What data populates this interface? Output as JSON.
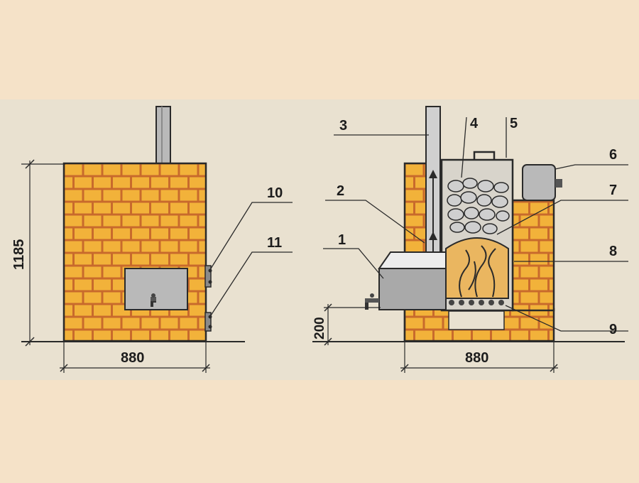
{
  "colors": {
    "background": "#f5e2c8",
    "paper": "#e9e1d0",
    "brick": "#f2b23a",
    "mortar": "#c86a2c",
    "metal": "#b9b9b9",
    "metal_dark": "#8a8a8a",
    "stone": "#cfcfcf",
    "fire": "#eab660",
    "line": "#2a2a2a"
  },
  "left_view": {
    "dim_height": "1185",
    "dim_width": "880",
    "callouts": [
      "10",
      "11"
    ]
  },
  "right_view": {
    "dim_base": "200",
    "dim_width": "880",
    "callouts": [
      "1",
      "2",
      "3",
      "4",
      "5",
      "6",
      "7",
      "8",
      "9"
    ]
  },
  "icons": {
    "tap": "tap-icon",
    "flow_arrow": "arrow-up-icon"
  }
}
